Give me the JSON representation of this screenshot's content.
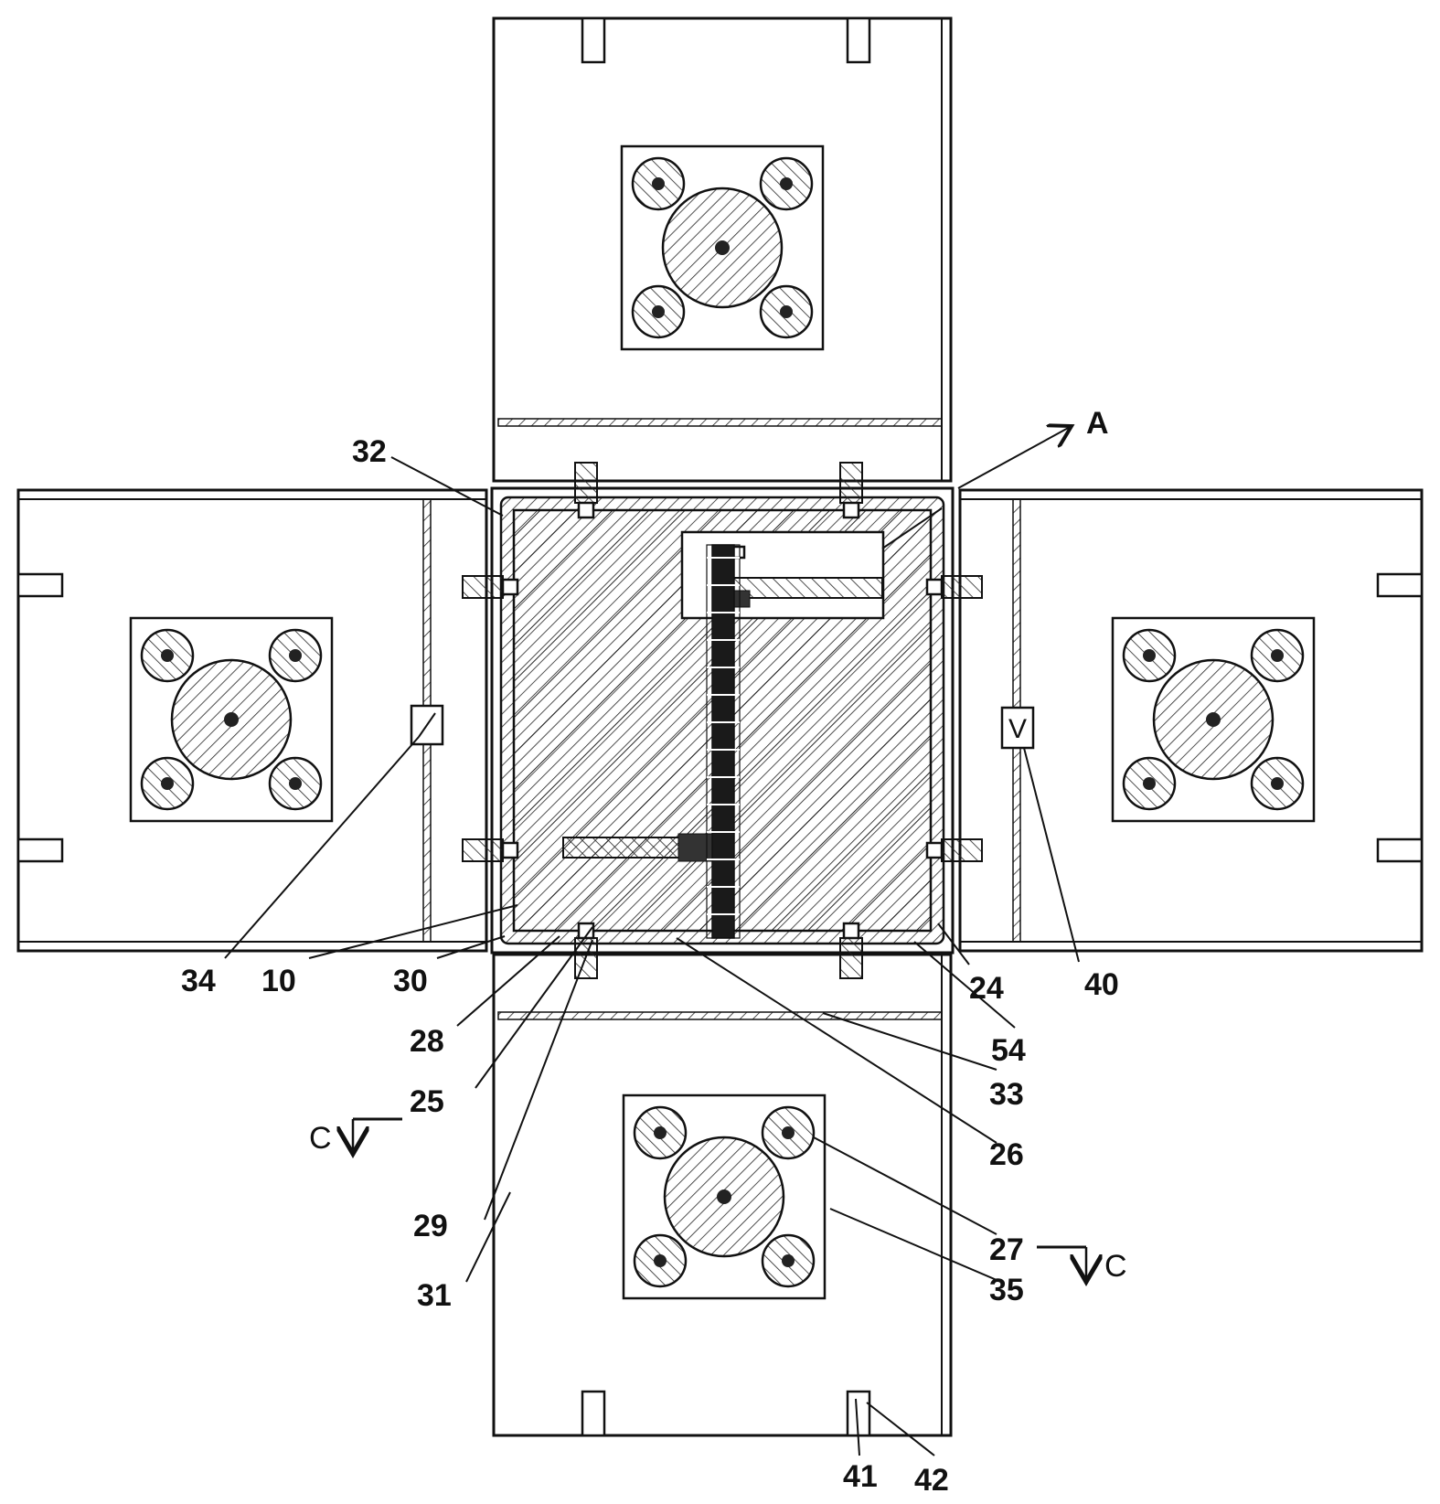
{
  "drawing": {
    "labels": {
      "l32": "32",
      "lA": "A",
      "l34": "34",
      "l10": "10",
      "l30": "30",
      "l24": "24",
      "l40": "40",
      "l28": "28",
      "l54": "54",
      "l25": "25",
      "l33": "33",
      "lC1": "C",
      "l26": "26",
      "l29": "29",
      "l27": "27",
      "lC2": "C",
      "l31": "31",
      "l35": "35",
      "l41": "41",
      "l42": "42"
    },
    "valve_mark": "V"
  }
}
